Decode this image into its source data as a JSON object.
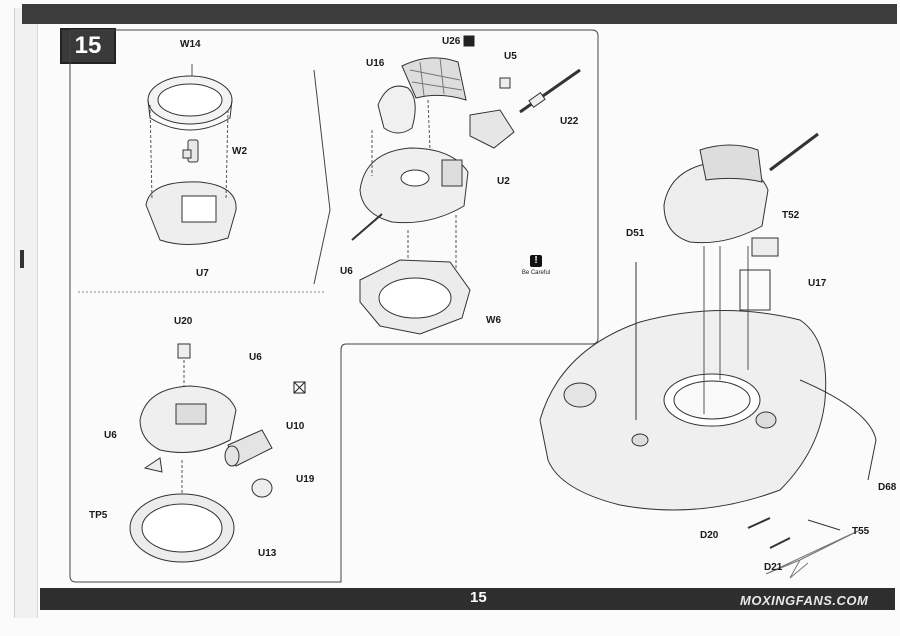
{
  "step_number": "15",
  "page_number": "15",
  "watermark": "MOXINGFANS.COM",
  "caution": {
    "icon": "exclamation-icon",
    "label": "Be Careful"
  },
  "labels": {
    "W14": "W14",
    "W2": "W2",
    "U7": "U7",
    "U16": "U16",
    "U26": "U26",
    "U5": "U5",
    "U22": "U22",
    "U2": "U2",
    "U6_top": "U6",
    "W6": "W6",
    "U20": "U20",
    "U6_mid": "U6",
    "U10": "U10",
    "U6_left": "U6",
    "U19": "U19",
    "TP5": "TP5",
    "U13": "U13",
    "D51": "D51",
    "T52": "T52",
    "U17": "U17",
    "D68": "D68",
    "D20": "D20",
    "T55": "T55",
    "D21": "D21"
  }
}
